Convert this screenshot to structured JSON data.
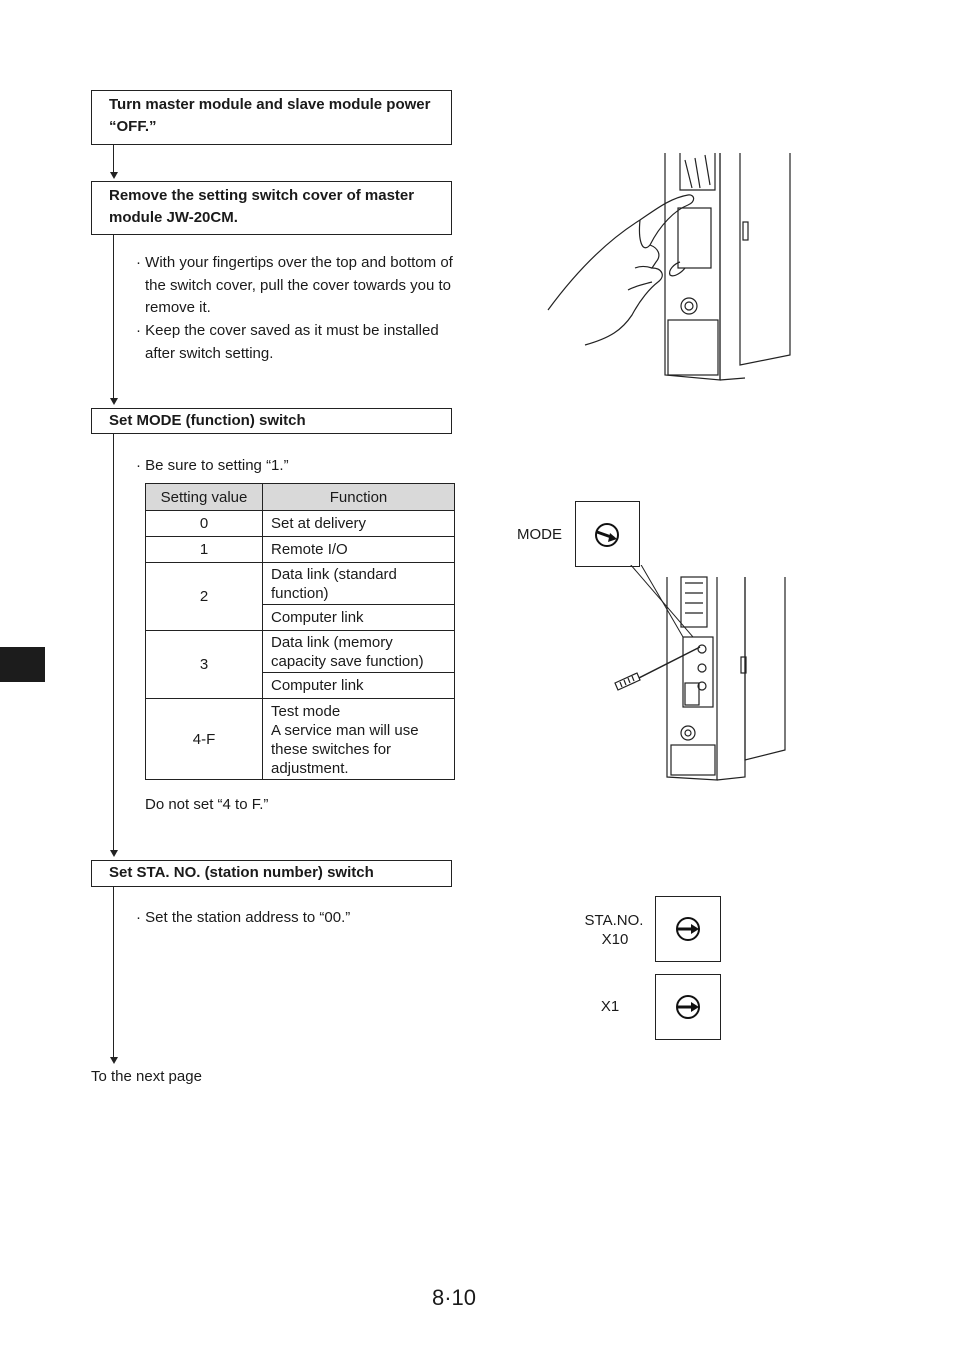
{
  "steps": [
    {
      "label": "Turn master module and slave module power “OFF.”"
    },
    {
      "label": "Remove the setting switch cover of master module JW-20CM."
    },
    {
      "label": "Set MODE (function) switch"
    },
    {
      "label": "Set STA. NO. (station number) switch"
    }
  ],
  "cover_notes": [
    "· With your fingertips over the top and bottom of the switch cover, pull the cover towards you to remove it.",
    "· Keep the cover saved as it must be installed after switch setting."
  ],
  "mode": {
    "note": "· Be sure to setting “1.”",
    "table_headers": [
      "Setting value",
      "Function"
    ],
    "rows": [
      {
        "value": "0",
        "functions": [
          "Set at delivery"
        ]
      },
      {
        "value": "1",
        "functions": [
          "Remote I/O"
        ]
      },
      {
        "value": "2",
        "functions": [
          "Data link (standard function)",
          "Computer link"
        ]
      },
      {
        "value": "3",
        "functions": [
          "Data link (memory capacity save function)",
          "Computer link"
        ]
      },
      {
        "value": "4-F",
        "functions": [
          "Test mode\nA service man will use these switches for adjustment."
        ]
      }
    ],
    "footer": "Do not set “4 to F.”"
  },
  "station": {
    "note": "· Set the station address to “00.”"
  },
  "next_page": "To the next page",
  "figure_labels": {
    "mode": "MODE",
    "sta_no": "STA.NO.",
    "x10": "X10",
    "x1": "X1"
  },
  "page_number": "8·10"
}
